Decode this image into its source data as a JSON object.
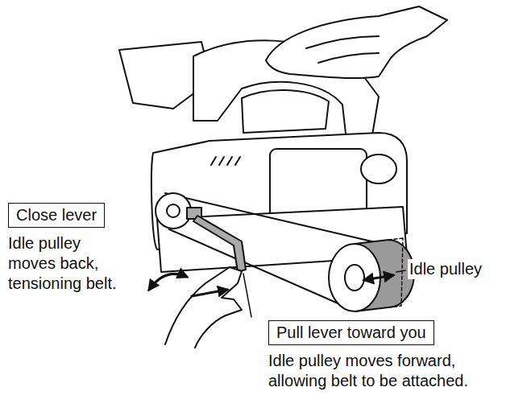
{
  "diagram": {
    "nodes": [
      {
        "text": [
          "Close lever",
          "Idle pulley moves back, tensioning belt."
        ]
      },
      {
        "text": [
          "Pull lever toward you",
          "Idle pulley moves forward, allowing belt to be attached."
        ]
      }
    ],
    "labels": [
      "Idle pulley"
    ]
  }
}
